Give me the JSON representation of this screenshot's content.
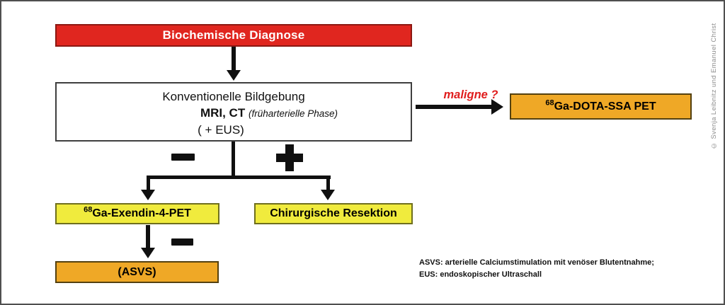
{
  "diagram": {
    "title_box": "Biochemische Diagnose",
    "imaging_box": {
      "line1": "Konventionelle Bildgebung",
      "line2_bold": "MRI, CT",
      "line2_italic": "(früharterielle Phase)",
      "line3": "( + EUS)"
    },
    "maligne_label": "maligne ?",
    "dota_box": {
      "sup": "68",
      "text": "Ga-DOTA-SSA PET"
    },
    "exendin_box": {
      "sup": "68",
      "text": "Ga-Exendin-4-PET"
    },
    "resection_box": "Chirurgische Resektion",
    "asvs_box": "(ASVS)",
    "branch_symbols": {
      "negative": "minus",
      "positive": "plus"
    },
    "footnote": {
      "line1": "ASVS: arterielle Calciumstimulation mit venöser Blutentnahme;",
      "line2": "EUS: endoskopischer Ultraschall"
    },
    "credit": "© Svenja Leibnitz und Emanuel Christ",
    "colors": {
      "title_red": "#e0261f",
      "orange": "#efa826",
      "yellow": "#f0eb3d",
      "maligne_red": "#e01d1d",
      "arrow_black": "#101010"
    }
  }
}
